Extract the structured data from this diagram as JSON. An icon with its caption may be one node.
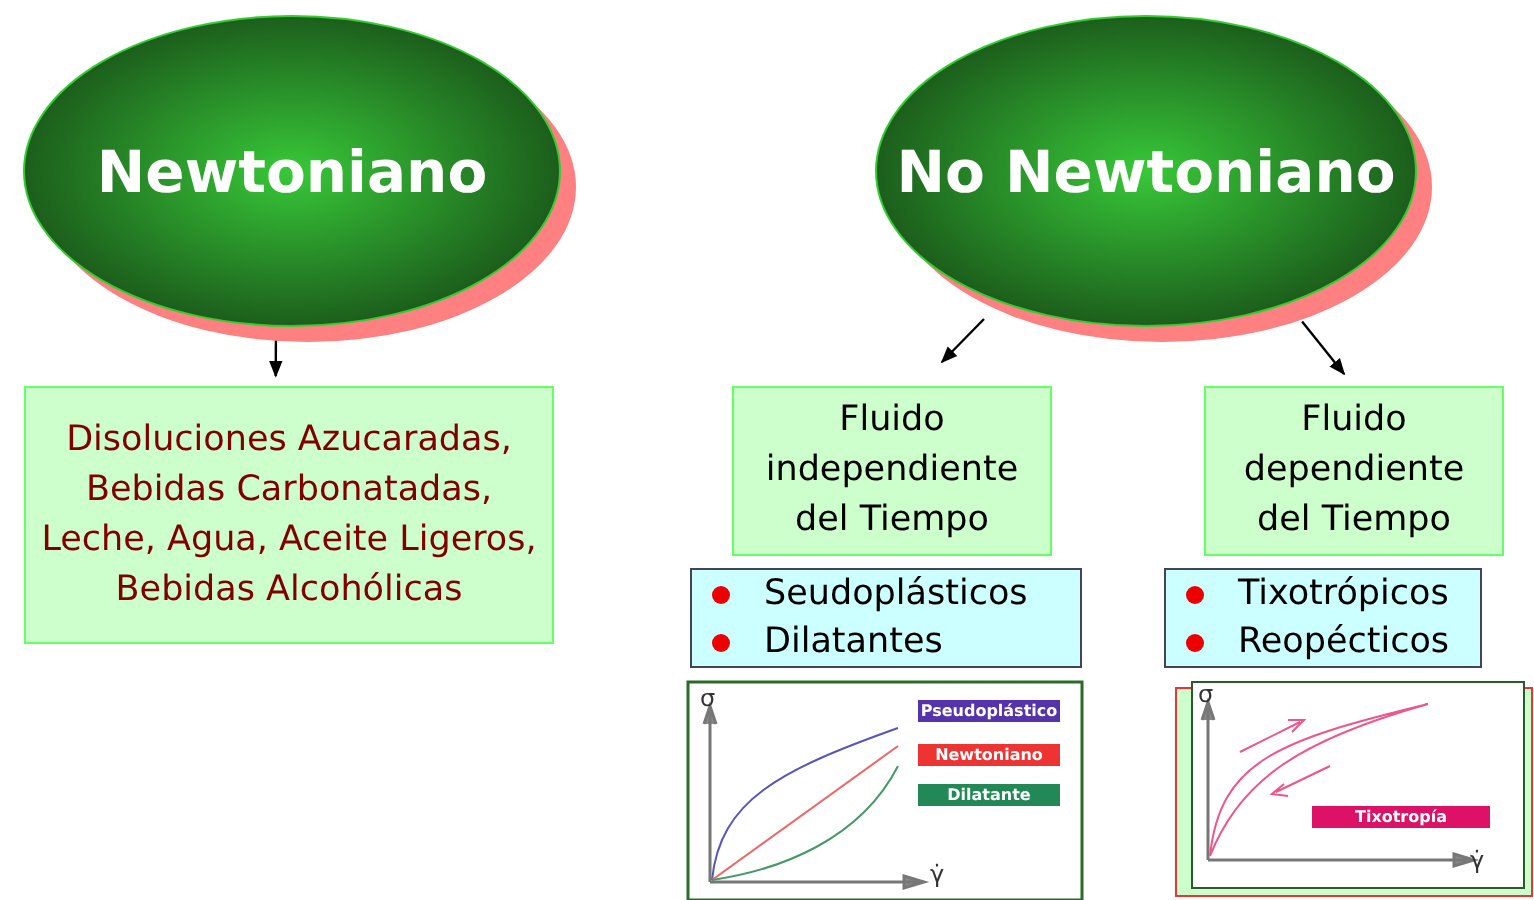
{
  "diagram": {
    "nodes": [
      {
        "text": [
          "Newtoniano"
        ]
      },
      {
        "text": [
          "Disoluciones Azucaradas, Bebidas Carbonatadas, Leche, Agua, Aceite Ligeros, Bebidas Alcohólicas"
        ]
      },
      {
        "text": [
          "No Newtoniano"
        ]
      },
      {
        "text": [
          "Fluido independiente del Tiempo"
        ]
      },
      {
        "text": [
          "Fluido dependiente del Tiempo"
        ]
      },
      {
        "text": [
          "Seudoplásticos",
          "Dilatantes"
        ]
      },
      {
        "text": [
          "Tixotrópicos",
          "Reopécticos"
        ]
      }
    ],
    "edges": [
      {
        "from": 0,
        "to": 1,
        "arrow": "to"
      },
      {
        "from": 2,
        "to": 3,
        "arrow": "to"
      },
      {
        "from": 2,
        "to": 4,
        "arrow": "to"
      }
    ],
    "labels": [
      "σ",
      "γ̇",
      "Pseudoplástico",
      "Newtoniano",
      "Dilatante",
      "σ",
      "γ̇",
      "Tixotropía"
    ]
  }
}
